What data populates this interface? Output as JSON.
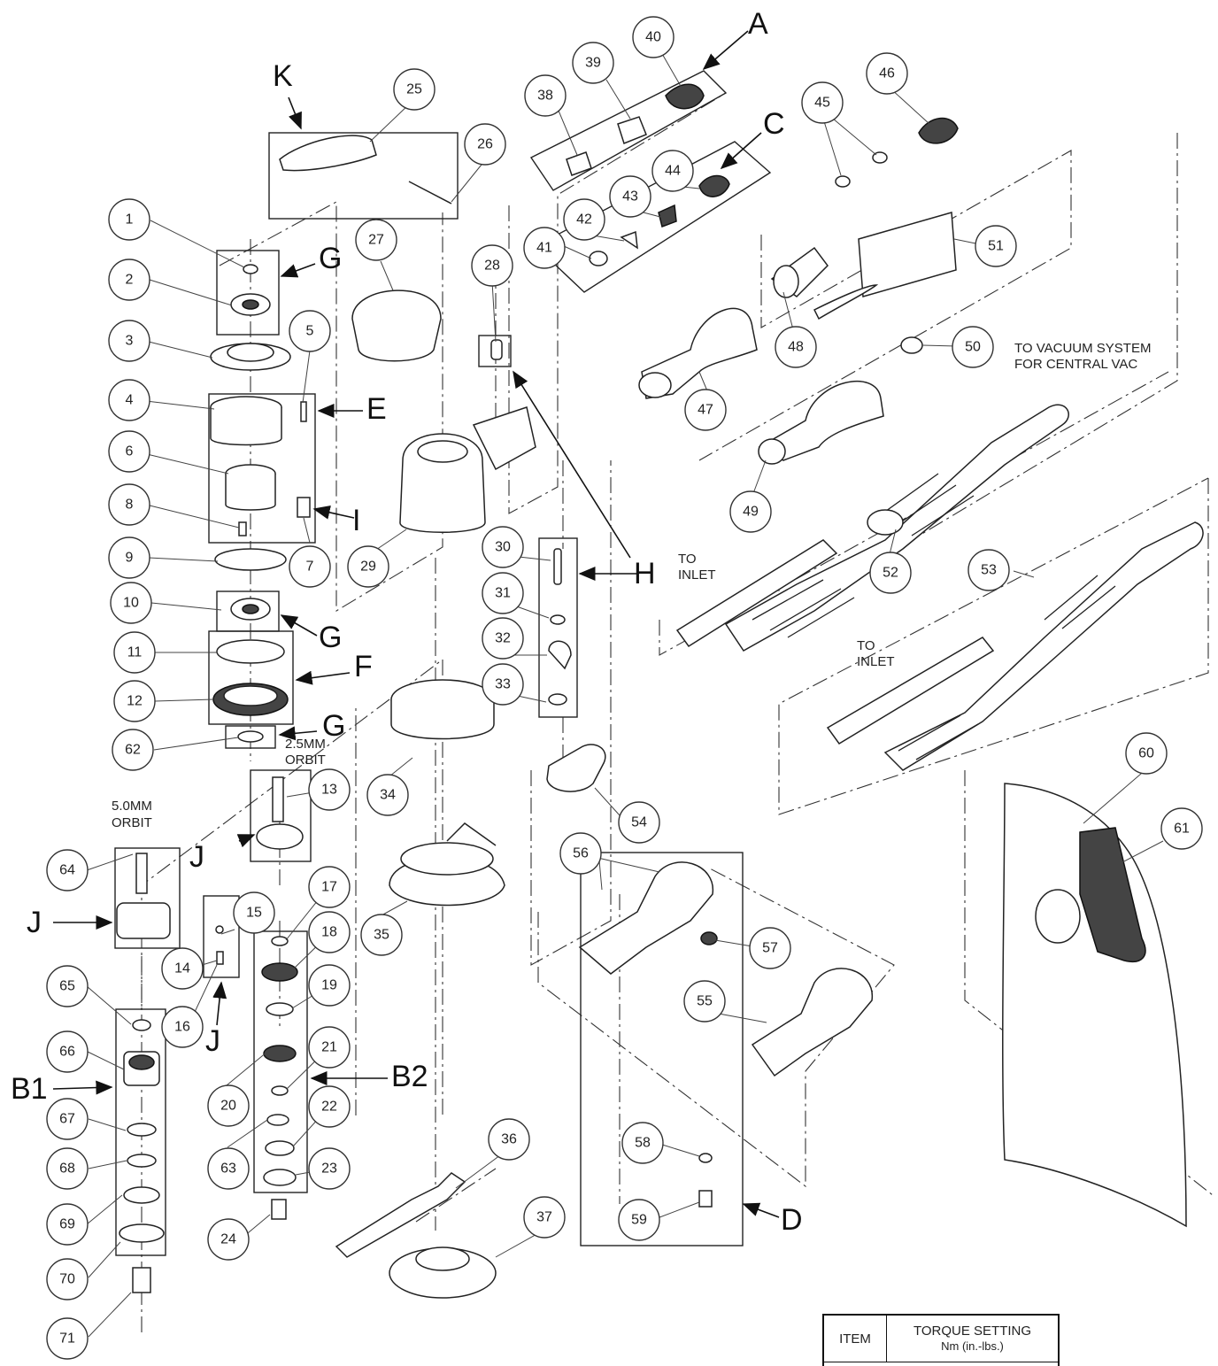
{
  "numbers": [
    "1",
    "2",
    "3",
    "4",
    "5",
    "6",
    "7",
    "8",
    "9",
    "10",
    "11",
    "12",
    "13",
    "14",
    "15",
    "16",
    "17",
    "18",
    "19",
    "20",
    "21",
    "22",
    "23",
    "24",
    "25",
    "26",
    "27",
    "28",
    "29",
    "30",
    "31",
    "32",
    "33",
    "34",
    "35",
    "36",
    "37",
    "38",
    "39",
    "40",
    "41",
    "42",
    "43",
    "44",
    "45",
    "46",
    "47",
    "48",
    "49",
    "50",
    "51",
    "52",
    "53",
    "54",
    "55",
    "56",
    "57",
    "58",
    "59",
    "60",
    "61",
    "62",
    "63",
    "64",
    "65",
    "66",
    "67",
    "68",
    "69",
    "70",
    "71"
  ],
  "letters": {
    "A": "A",
    "B1": "B1",
    "B2": "B2",
    "C": "C",
    "D": "D",
    "E": "E",
    "F": "F",
    "G": "G",
    "H": "H",
    "I": "I",
    "J": "J",
    "K": "K"
  },
  "notes": {
    "orbit_25_line1": "2.5MM",
    "orbit_25_line2": "ORBIT",
    "orbit_50_line1": "5.0MM",
    "orbit_50_line2": "ORBIT",
    "vac_line1": "TO VACUUM SYSTEM",
    "vac_line2": "FOR CENTRAL VAC",
    "inlet_line1": "TO",
    "inlet_line2": "INLET"
  },
  "table": {
    "item_header": "ITEM",
    "torque_header": "TORQUE SETTING",
    "torque_units": "Nm (in.-lbs.)"
  }
}
